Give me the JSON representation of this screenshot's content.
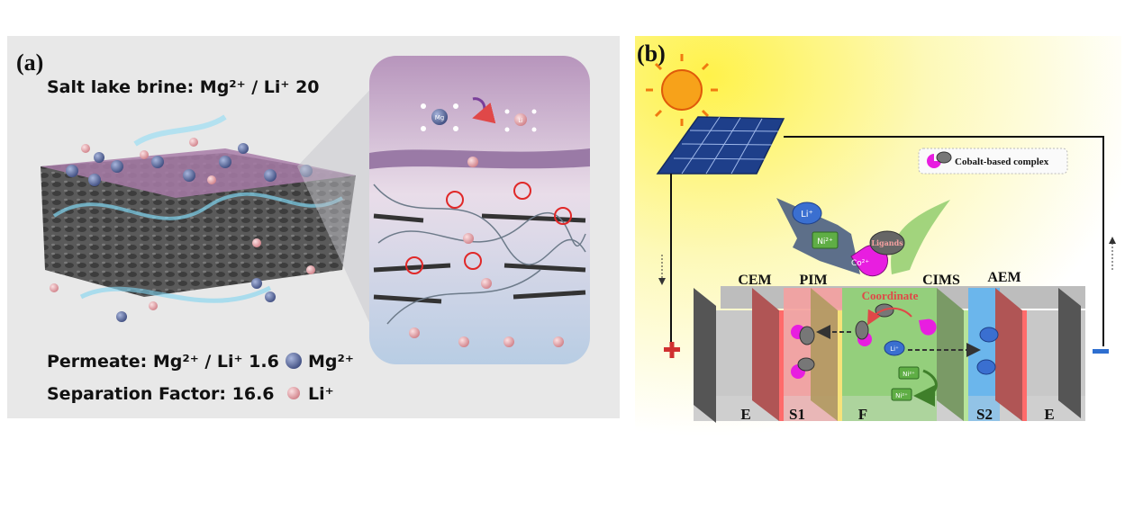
{
  "panel_a": {
    "label": "(a)",
    "title": "Salt lake brine: Mg²⁺ / Li⁺ 20",
    "permeate": "Permeate: Mg²⁺ / Li⁺ 1.6",
    "legend_mg": "Mg²⁺",
    "separation": "Separation Factor: 16.6",
    "legend_li": "Li⁺",
    "ion_mg": "Mg",
    "ion_li": "Li",
    "colors": {
      "mg": "#5a6a9a",
      "li": "#e8a3a8",
      "membrane": "#a77ba7"
    }
  },
  "panel_b": {
    "label": "(b)",
    "legend": "Cobalt-based complex",
    "feed_li": "Li⁺",
    "feed_ni": "Ni²⁺",
    "feed_co": "Co²⁺",
    "ligands": "Ligands",
    "membranes": [
      "CEM",
      "PIM",
      "CIMS",
      "AEM"
    ],
    "coordinate": "Coordinate",
    "compartments": [
      "E",
      "S1",
      "F",
      "S2",
      "E"
    ],
    "cell_li": "Li⁺",
    "cell_ni": "Ni²⁺",
    "colors": {
      "cobalt": "#e81ee0",
      "li": "#3a6fd0",
      "ni": "#5fae45",
      "plus": "#d03030",
      "minus": "#2e6fd0"
    }
  }
}
